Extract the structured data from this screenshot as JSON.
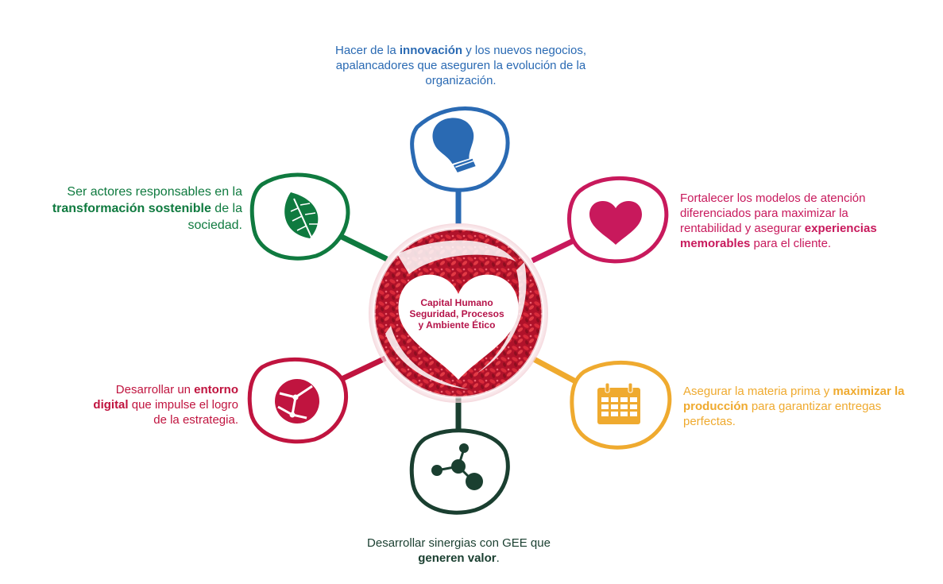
{
  "center": {
    "line1": "Capital Humano",
    "line2": "Seguridad, Procesos",
    "line3": "y Ambiente Ético"
  },
  "nodes": {
    "innovation": {
      "icon": "lightbulb-icon",
      "color": "#2a6ab3",
      "t1": "Hacer de la ",
      "b1": "innovación",
      "t2": " y los nuevos negocios, apalancadores que aseguren la evolución de la organización."
    },
    "sustainability": {
      "icon": "leaf-icon",
      "color": "#0f7a3f",
      "t1": "Ser actores responsables en la ",
      "b1": "transformación sostenible",
      "t2": " de la sociedad."
    },
    "customer": {
      "icon": "heart-icon",
      "color": "#c8195c",
      "t1": "Fortalecer los modelos de atención diferenciados para maximizar la rentabilidad y asegurar ",
      "b1": "experiencias memorables",
      "t2": " para el cliente."
    },
    "materials": {
      "icon": "calendar-icon",
      "color": "#efaa2f",
      "t1": "Asegurar la materia prima y ",
      "b1": "maximizar la producción",
      "t2": " para garantizar entregas perfectas."
    },
    "digital": {
      "icon": "globe-network-icon",
      "color": "#c0143f",
      "t1": "Desarrollar un ",
      "b1": "entorno digital",
      "t2": " que impulse el logro de la estrategia."
    },
    "synergy": {
      "icon": "molecule-icon",
      "color": "#1a3f30",
      "t1": "Desarrollar sinergias con GEE que ",
      "b1": "generen valor",
      "t2": "."
    }
  }
}
